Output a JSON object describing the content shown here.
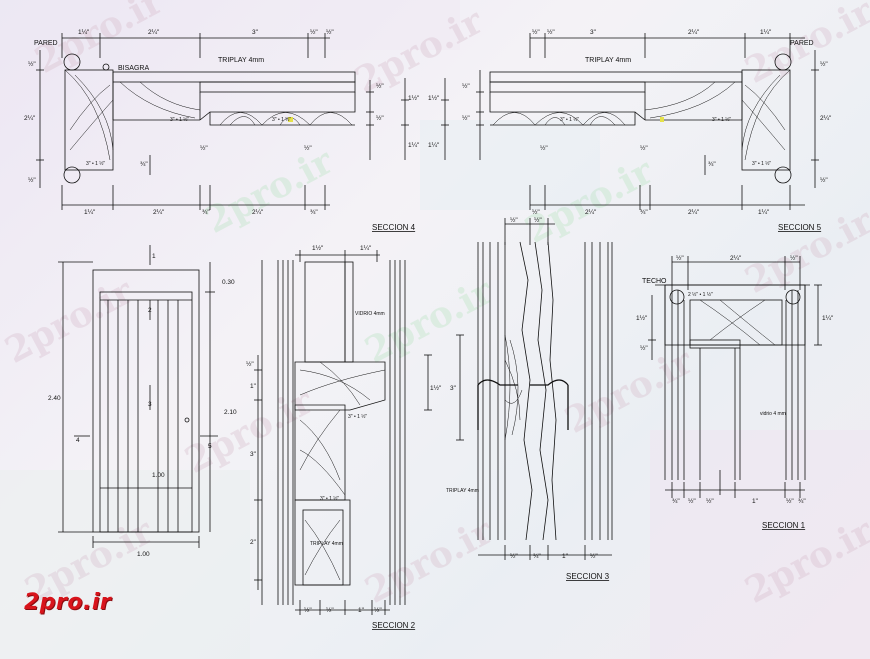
{
  "watermark": "2pro.ir",
  "logo": "2pro.ir",
  "sections": {
    "s4": {
      "title": "SECCION 4",
      "pared": "PARED",
      "bisagra": "BISAGRA",
      "triplay": "TRIPLAY 4mm",
      "top_dims": [
        "1¼\"",
        "2¼\"",
        "3\"",
        "½\"",
        "½\""
      ],
      "bottom_dims": [
        "1¼\"",
        "2¼\"",
        "¾\"",
        "2¼\"",
        "¾\""
      ],
      "side_dims": [
        "½\"",
        "2¼\"",
        "½\""
      ],
      "right_dims": [
        "½\"",
        "1½\"",
        "½\"",
        "1¼\""
      ],
      "inner": [
        "3\" • 1 ½\"",
        "3\" • 1 ½\"",
        "¾\"",
        "½\"",
        "½\"",
        "½\""
      ]
    },
    "s5": {
      "title": "SECCION 5",
      "pared": "PARED",
      "triplay": "TRIPLAY 4mm",
      "top_dims": [
        "½\"",
        "½\"",
        "3\"",
        "2¼\"",
        "1¼\""
      ],
      "bottom_dims": [
        "½\"",
        "2¼\"",
        "¾\"",
        "2¼\"",
        "1¼\""
      ],
      "side_dims": [
        "½\"",
        "2¼\"",
        "½\""
      ],
      "left_dims": [
        "½\"",
        "1½\"",
        "½\"",
        "1¼\""
      ],
      "inner": [
        "3\" • 1 ½\"",
        "3\" • 1 ½\"",
        "¾\"",
        "½\"",
        "½\"",
        "½\""
      ]
    },
    "elev": {
      "marks": [
        "1",
        "2",
        "3",
        "4",
        "4",
        "5"
      ],
      "height": "2.40",
      "top": "0.30",
      "door_h": "2.10",
      "width_inner": "1.00",
      "width_bottom": "1.00"
    },
    "s2": {
      "title": "SECCION 2",
      "vidrio": "VIDRIO 4mm",
      "triplay": "TRIPLAY 4mm",
      "top_dims": [
        "1½\"",
        "1¼\""
      ],
      "left_dims": [
        "½\"",
        "1\"",
        "3\"",
        "2\""
      ],
      "right_dim": "1½\"",
      "bottom_dims": [
        "½\"",
        "½\"",
        "1\"",
        "½\""
      ],
      "inner": [
        "3\" • 1 ½\"",
        "3\" • 1 ½\""
      ]
    },
    "s3": {
      "title": "SECCION 3",
      "triplay": "TRIPLAY 4mm",
      "top_dims": [
        "½\"",
        "½\""
      ],
      "left_dim": "3\"",
      "bottom_dims": [
        "½\"",
        "¾\"",
        "1\"",
        "½\""
      ]
    },
    "s1": {
      "title": "SECCION 1",
      "techo": "TECHO",
      "vidrio": "vidrio 4 mm",
      "top_dims": [
        "½\"",
        "2¼\"",
        "½\""
      ],
      "left_dims": [
        "1½\"",
        "½\""
      ],
      "right_dim": "1¼\"",
      "inner": "2 ½\" • 1 ½\"",
      "bottom_dims": [
        "¾\"",
        "½\"",
        "½\"",
        "1\"",
        "½\"",
        "¾\""
      ]
    }
  }
}
